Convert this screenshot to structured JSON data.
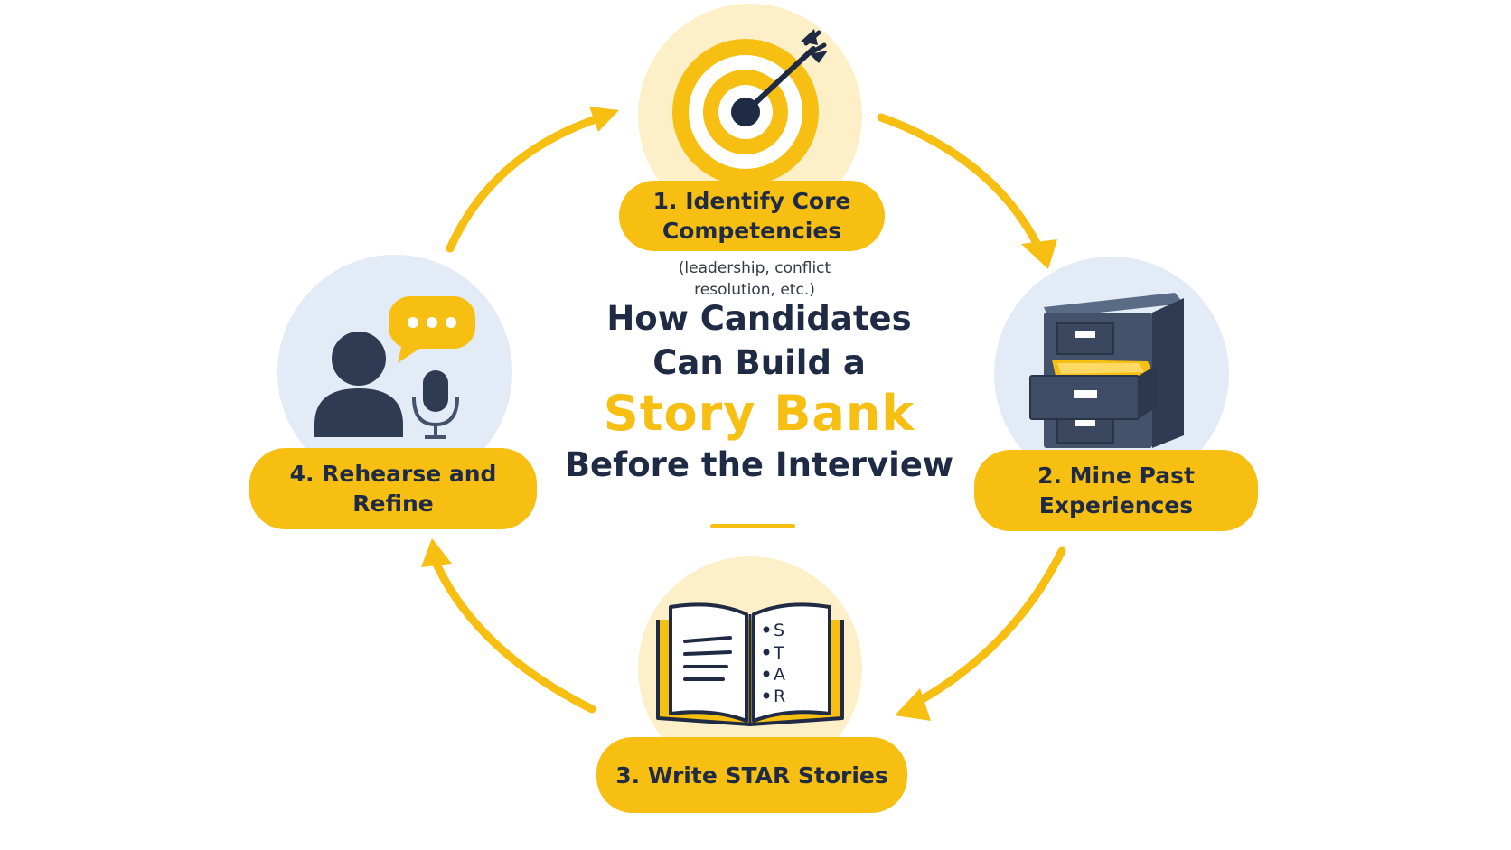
{
  "title": {
    "line1": "How Candidates",
    "line2": "Can Build a",
    "highlight": "Story Bank",
    "line3": "Before the Interview"
  },
  "steps": [
    {
      "id": "step-1",
      "line1": "1. Identify Core",
      "line2": "Competencies",
      "note_line1": "(leadership, conflict",
      "note_line2": "resolution, etc.)",
      "icon": "target-icon"
    },
    {
      "id": "step-2",
      "line1": "2. Mine Past",
      "line2": "Experiences",
      "icon": "filing-cabinet-icon"
    },
    {
      "id": "step-3",
      "line1": "3. Write STAR Stories",
      "icon": "open-book-icon",
      "book_letters": [
        "S",
        "T",
        "A",
        "R"
      ]
    },
    {
      "id": "step-4",
      "line1": "4. Rehearse and",
      "line2": "Refine",
      "icon": "person-speaking-icon"
    }
  ],
  "colors": {
    "accent": "#f6bf12",
    "navy": "#1f2a44",
    "circle_blue": "#e3ebf6",
    "circle_yellow": "#fdf0c8"
  }
}
